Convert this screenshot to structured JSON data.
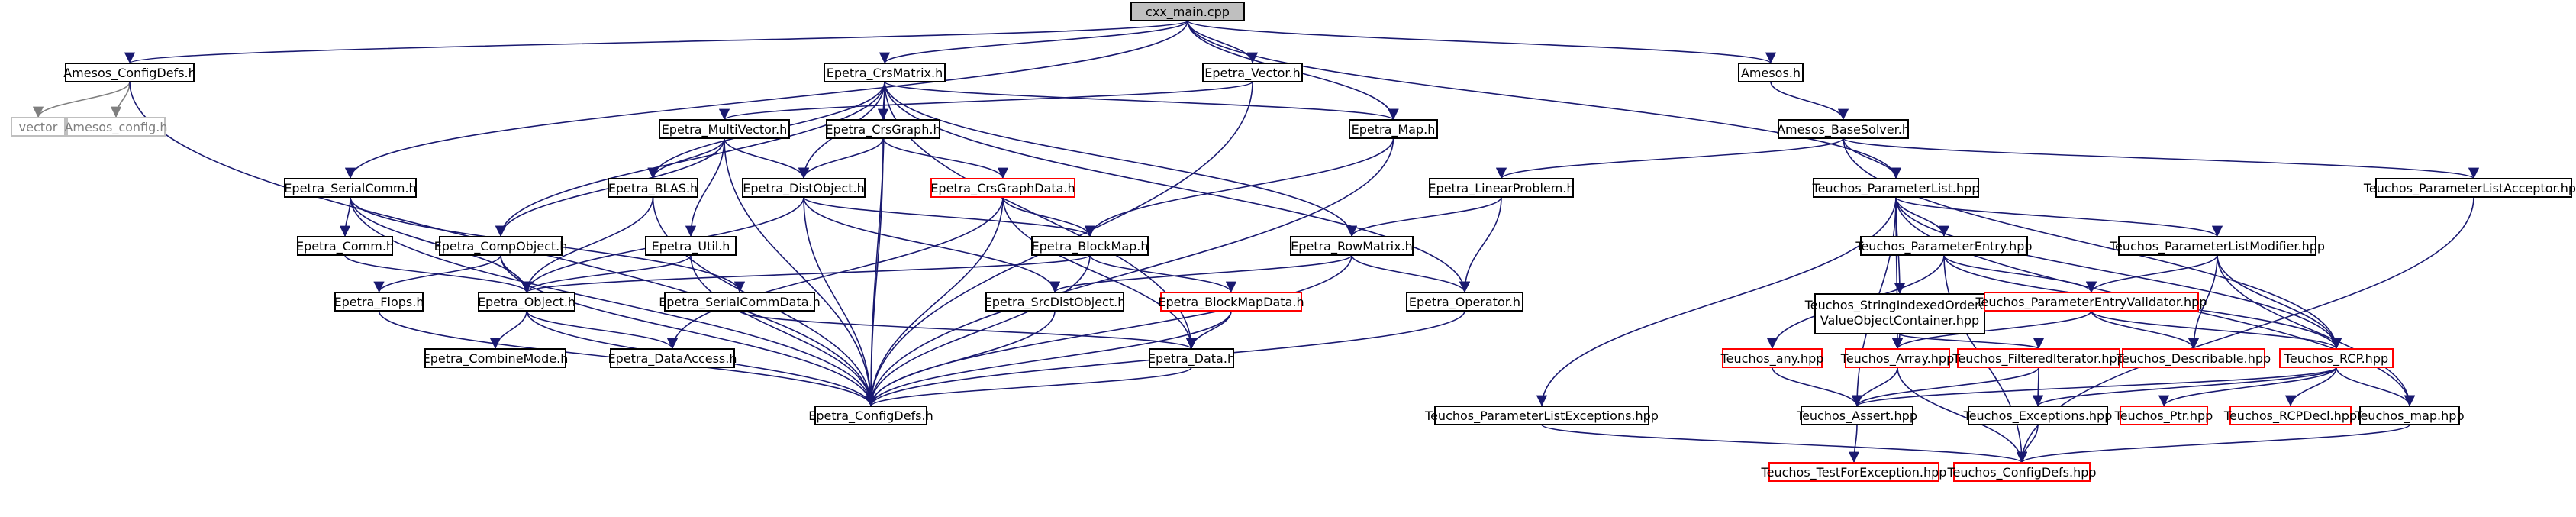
{
  "colors": {
    "root_fill": "#bfbfbf",
    "node_fill": "#ffffff",
    "border_default": "#000000",
    "border_documented_missing": "#ff0000",
    "border_external": "#bfbfbf",
    "edge": "#191970",
    "edge_external": "#7f7f7f",
    "text": "#000000",
    "text_external": "#7f7f7f"
  },
  "nodes": [
    {
      "id": "cxx_main",
      "label": "cxx_main.cpp",
      "kind": "root"
    },
    {
      "id": "amesos_configdefs",
      "label": "Amesos_ConfigDefs.h",
      "kind": "normal"
    },
    {
      "id": "vector",
      "label": "vector",
      "kind": "external"
    },
    {
      "id": "amesos_config",
      "label": "Amesos_config.h",
      "kind": "external"
    },
    {
      "id": "epetra_crsmatrix",
      "label": "Epetra_CrsMatrix.h",
      "kind": "normal"
    },
    {
      "id": "epetra_vector",
      "label": "Epetra_Vector.h",
      "kind": "normal"
    },
    {
      "id": "amesos",
      "label": "Amesos.h",
      "kind": "normal"
    },
    {
      "id": "epetra_multivector",
      "label": "Epetra_MultiVector.h",
      "kind": "normal"
    },
    {
      "id": "epetra_crsgraph",
      "label": "Epetra_CrsGraph.h",
      "kind": "normal"
    },
    {
      "id": "epetra_map",
      "label": "Epetra_Map.h",
      "kind": "normal"
    },
    {
      "id": "amesos_basesolver",
      "label": "Amesos_BaseSolver.h",
      "kind": "normal"
    },
    {
      "id": "epetra_serialcomm",
      "label": "Epetra_SerialComm.h",
      "kind": "normal"
    },
    {
      "id": "epetra_blas",
      "label": "Epetra_BLAS.h",
      "kind": "normal"
    },
    {
      "id": "epetra_distobject",
      "label": "Epetra_DistObject.h",
      "kind": "normal"
    },
    {
      "id": "epetra_crsgraphdata",
      "label": "Epetra_CrsGraphData.h",
      "kind": "red"
    },
    {
      "id": "epetra_linearproblem",
      "label": "Epetra_LinearProblem.h",
      "kind": "normal"
    },
    {
      "id": "teuchos_parameterlist",
      "label": "Teuchos_ParameterList.hpp",
      "kind": "normal"
    },
    {
      "id": "teuchos_parameterlistacceptor",
      "label": "Teuchos_ParameterListAcceptor.hpp",
      "kind": "normal"
    },
    {
      "id": "epetra_comm",
      "label": "Epetra_Comm.h",
      "kind": "normal"
    },
    {
      "id": "epetra_compobject",
      "label": "Epetra_CompObject.h",
      "kind": "normal"
    },
    {
      "id": "epetra_util",
      "label": "Epetra_Util.h",
      "kind": "normal"
    },
    {
      "id": "epetra_blockmap",
      "label": "Epetra_BlockMap.h",
      "kind": "normal"
    },
    {
      "id": "epetra_rowmatrix",
      "label": "Epetra_RowMatrix.h",
      "kind": "normal"
    },
    {
      "id": "teuchos_parameterentry",
      "label": "Teuchos_ParameterEntry.hpp",
      "kind": "normal"
    },
    {
      "id": "teuchos_parameterlistmodifier",
      "label": "Teuchos_ParameterListModifier.hpp",
      "kind": "normal"
    },
    {
      "id": "epetra_flops",
      "label": "Epetra_Flops.h",
      "kind": "normal"
    },
    {
      "id": "epetra_object",
      "label": "Epetra_Object.h",
      "kind": "normal"
    },
    {
      "id": "epetra_serialcommdata",
      "label": "Epetra_SerialCommData.h",
      "kind": "normal"
    },
    {
      "id": "epetra_srcdistobject",
      "label": "Epetra_SrcDistObject.h",
      "kind": "normal"
    },
    {
      "id": "epetra_blockmapdata",
      "label": "Epetra_BlockMapData.h",
      "kind": "red"
    },
    {
      "id": "epetra_operator",
      "label": "Epetra_Operator.h",
      "kind": "normal"
    },
    {
      "id": "teuchos_stringindexed",
      "label": "Teuchos_StringIndexedOrdered",
      "label2": "ValueObjectContainer.hpp",
      "kind": "normal"
    },
    {
      "id": "teuchos_parameterentryvalidator",
      "label": "Teuchos_ParameterEntryValidator.hpp",
      "kind": "red"
    },
    {
      "id": "epetra_combinemode",
      "label": "Epetra_CombineMode.h",
      "kind": "normal"
    },
    {
      "id": "epetra_dataaccess",
      "label": "Epetra_DataAccess.h",
      "kind": "normal"
    },
    {
      "id": "epetra_data",
      "label": "Epetra_Data.h",
      "kind": "normal"
    },
    {
      "id": "teuchos_any",
      "label": "Teuchos_any.hpp",
      "kind": "red"
    },
    {
      "id": "teuchos_array",
      "label": "Teuchos_Array.hpp",
      "kind": "red"
    },
    {
      "id": "teuchos_filterediterator",
      "label": "Teuchos_FilteredIterator.hpp",
      "kind": "red"
    },
    {
      "id": "teuchos_describable",
      "label": "Teuchos_Describable.hpp",
      "kind": "red"
    },
    {
      "id": "teuchos_rcp",
      "label": "Teuchos_RCP.hpp",
      "kind": "red"
    },
    {
      "id": "epetra_configdefs",
      "label": "Epetra_ConfigDefs.h",
      "kind": "normal"
    },
    {
      "id": "teuchos_parameterlistexceptions",
      "label": "Teuchos_ParameterListExceptions.hpp",
      "kind": "normal"
    },
    {
      "id": "teuchos_assert",
      "label": "Teuchos_Assert.hpp",
      "kind": "normal"
    },
    {
      "id": "teuchos_exceptions",
      "label": "Teuchos_Exceptions.hpp",
      "kind": "normal"
    },
    {
      "id": "teuchos_ptr",
      "label": "Teuchos_Ptr.hpp",
      "kind": "red"
    },
    {
      "id": "teuchos_rcpdecl",
      "label": "Teuchos_RCPDecl.hpp",
      "kind": "red"
    },
    {
      "id": "teuchos_map",
      "label": "Teuchos_map.hpp",
      "kind": "normal"
    },
    {
      "id": "teuchos_testforexception",
      "label": "Teuchos_TestForException.hpp",
      "kind": "red"
    },
    {
      "id": "teuchos_configdefs",
      "label": "Teuchos_ConfigDefs.hpp",
      "kind": "red"
    }
  ],
  "edges": [
    [
      "cxx_main",
      "amesos_configdefs"
    ],
    [
      "cxx_main",
      "epetra_crsmatrix"
    ],
    [
      "cxx_main",
      "epetra_vector"
    ],
    [
      "cxx_main",
      "amesos"
    ],
    [
      "cxx_main",
      "epetra_map"
    ],
    [
      "cxx_main",
      "teuchos_parameterlist"
    ],
    [
      "cxx_main",
      "epetra_serialcomm"
    ],
    [
      "amesos_configdefs",
      "vector"
    ],
    [
      "amesos_configdefs",
      "amesos_config"
    ],
    [
      "amesos_configdefs",
      "epetra_configdefs"
    ],
    [
      "epetra_crsmatrix",
      "epetra_crsgraph"
    ],
    [
      "epetra_crsmatrix",
      "epetra_map"
    ],
    [
      "epetra_crsmatrix",
      "epetra_distobject"
    ],
    [
      "epetra_crsmatrix",
      "epetra_compobject"
    ],
    [
      "epetra_crsmatrix",
      "epetra_blas"
    ],
    [
      "epetra_crsmatrix",
      "epetra_rowmatrix"
    ],
    [
      "epetra_crsmatrix",
      "epetra_operator"
    ],
    [
      "epetra_crsmatrix",
      "epetra_configdefs"
    ],
    [
      "epetra_crsmatrix",
      "epetra_data"
    ],
    [
      "epetra_vector",
      "epetra_multivector"
    ],
    [
      "epetra_vector",
      "epetra_configdefs"
    ],
    [
      "amesos",
      "amesos_basesolver"
    ],
    [
      "amesos_basesolver",
      "teuchos_parameterlist"
    ],
    [
      "amesos_basesolver",
      "epetra_linearproblem"
    ],
    [
      "amesos_basesolver",
      "teuchos_parameterlistacceptor"
    ],
    [
      "amesos_basesolver",
      "teuchos_rcp"
    ],
    [
      "epetra_multivector",
      "epetra_distobject"
    ],
    [
      "epetra_multivector",
      "epetra_compobject"
    ],
    [
      "epetra_multivector",
      "epetra_blas"
    ],
    [
      "epetra_multivector",
      "epetra_util"
    ],
    [
      "epetra_multivector",
      "epetra_configdefs"
    ],
    [
      "epetra_crsgraph",
      "epetra_distobject"
    ],
    [
      "epetra_crsgraph",
      "epetra_crsgraphdata"
    ],
    [
      "epetra_crsgraph",
      "epetra_configdefs"
    ],
    [
      "epetra_map",
      "epetra_blockmap"
    ],
    [
      "epetra_map",
      "epetra_configdefs"
    ],
    [
      "epetra_serialcomm",
      "epetra_comm"
    ],
    [
      "epetra_serialcomm",
      "epetra_object"
    ],
    [
      "epetra_serialcomm",
      "epetra_serialcommdata"
    ],
    [
      "epetra_serialcomm",
      "epetra_configdefs"
    ],
    [
      "epetra_blas",
      "epetra_object"
    ],
    [
      "epetra_blas",
      "epetra_configdefs"
    ],
    [
      "epetra_distobject",
      "epetra_object"
    ],
    [
      "epetra_distobject",
      "epetra_srcdistobject"
    ],
    [
      "epetra_distobject",
      "epetra_blockmap"
    ],
    [
      "epetra_distobject",
      "epetra_configdefs"
    ],
    [
      "epetra_crsgraphdata",
      "epetra_blockmap"
    ],
    [
      "epetra_crsgraphdata",
      "epetra_data"
    ],
    [
      "epetra_crsgraphdata",
      "epetra_dataaccess"
    ],
    [
      "epetra_crsgraphdata",
      "epetra_configdefs"
    ],
    [
      "epetra_linearproblem",
      "epetra_rowmatrix"
    ],
    [
      "epetra_linearproblem",
      "epetra_operator"
    ],
    [
      "teuchos_parameterlist",
      "teuchos_parameterentry"
    ],
    [
      "teuchos_parameterlist",
      "teuchos_parameterlistmodifier"
    ],
    [
      "teuchos_parameterlist",
      "teuchos_stringindexed"
    ],
    [
      "teuchos_parameterlist",
      "teuchos_parameterlistexceptions"
    ],
    [
      "teuchos_parameterlist",
      "teuchos_array"
    ],
    [
      "teuchos_parameterlist",
      "teuchos_assert"
    ],
    [
      "teuchos_parameterlist",
      "teuchos_rcp"
    ],
    [
      "teuchos_parameterlist",
      "teuchos_map"
    ],
    [
      "teuchos_parameterlistacceptor",
      "teuchos_configdefs"
    ],
    [
      "epetra_comm",
      "epetra_object"
    ],
    [
      "epetra_compobject",
      "epetra_object"
    ],
    [
      "epetra_compobject",
      "epetra_flops"
    ],
    [
      "epetra_compobject",
      "epetra_configdefs"
    ],
    [
      "epetra_util",
      "epetra_object"
    ],
    [
      "epetra_util",
      "epetra_configdefs"
    ],
    [
      "epetra_blockmap",
      "epetra_object"
    ],
    [
      "epetra_blockmap",
      "epetra_blockmapdata"
    ],
    [
      "epetra_blockmap",
      "epetra_configdefs"
    ],
    [
      "epetra_rowmatrix",
      "epetra_operator"
    ],
    [
      "epetra_rowmatrix",
      "epetra_srcdistobject"
    ],
    [
      "epetra_rowmatrix",
      "epetra_configdefs"
    ],
    [
      "teuchos_parameterentry",
      "teuchos_any"
    ],
    [
      "teuchos_parameterentry",
      "teuchos_parameterentryvalidator"
    ],
    [
      "teuchos_parameterentry",
      "teuchos_rcp"
    ],
    [
      "teuchos_parameterentry",
      "teuchos_configdefs"
    ],
    [
      "teuchos_parameterlistmodifier",
      "teuchos_parameterentryvalidator"
    ],
    [
      "teuchos_parameterlistmodifier",
      "teuchos_describable"
    ],
    [
      "teuchos_parameterlistmodifier",
      "teuchos_rcp"
    ],
    [
      "teuchos_parameterlistmodifier",
      "teuchos_map"
    ],
    [
      "epetra_flops",
      "epetra_configdefs"
    ],
    [
      "epetra_object",
      "epetra_combinemode"
    ],
    [
      "epetra_object",
      "epetra_dataaccess"
    ],
    [
      "epetra_object",
      "epetra_configdefs"
    ],
    [
      "epetra_serialcommdata",
      "epetra_data"
    ],
    [
      "epetra_srcdistobject",
      "epetra_configdefs"
    ],
    [
      "epetra_blockmapdata",
      "epetra_data"
    ],
    [
      "epetra_blockmapdata",
      "epetra_configdefs"
    ],
    [
      "epetra_operator",
      "epetra_configdefs"
    ],
    [
      "teuchos_stringindexed",
      "teuchos_array"
    ],
    [
      "teuchos_stringindexed",
      "teuchos_filterediterator"
    ],
    [
      "teuchos_parameterentryvalidator",
      "teuchos_array"
    ],
    [
      "teuchos_parameterentryvalidator",
      "teuchos_describable"
    ],
    [
      "teuchos_parameterentryvalidator",
      "teuchos_rcp"
    ],
    [
      "epetra_data",
      "epetra_configdefs"
    ],
    [
      "teuchos_any",
      "teuchos_assert"
    ],
    [
      "teuchos_array",
      "teuchos_assert"
    ],
    [
      "teuchos_array",
      "teuchos_configdefs"
    ],
    [
      "teuchos_filterediterator",
      "teuchos_assert"
    ],
    [
      "teuchos_filterediterator",
      "teuchos_exceptions"
    ],
    [
      "teuchos_rcp",
      "teuchos_assert"
    ],
    [
      "teuchos_rcp",
      "teuchos_exceptions"
    ],
    [
      "teuchos_rcp",
      "teuchos_ptr"
    ],
    [
      "teuchos_rcp",
      "teuchos_rcpdecl"
    ],
    [
      "teuchos_rcp",
      "teuchos_map"
    ],
    [
      "teuchos_parameterlistexceptions",
      "teuchos_configdefs"
    ],
    [
      "teuchos_assert",
      "teuchos_testforexception"
    ],
    [
      "teuchos_exceptions",
      "teuchos_configdefs"
    ],
    [
      "teuchos_map",
      "teuchos_configdefs"
    ]
  ]
}
